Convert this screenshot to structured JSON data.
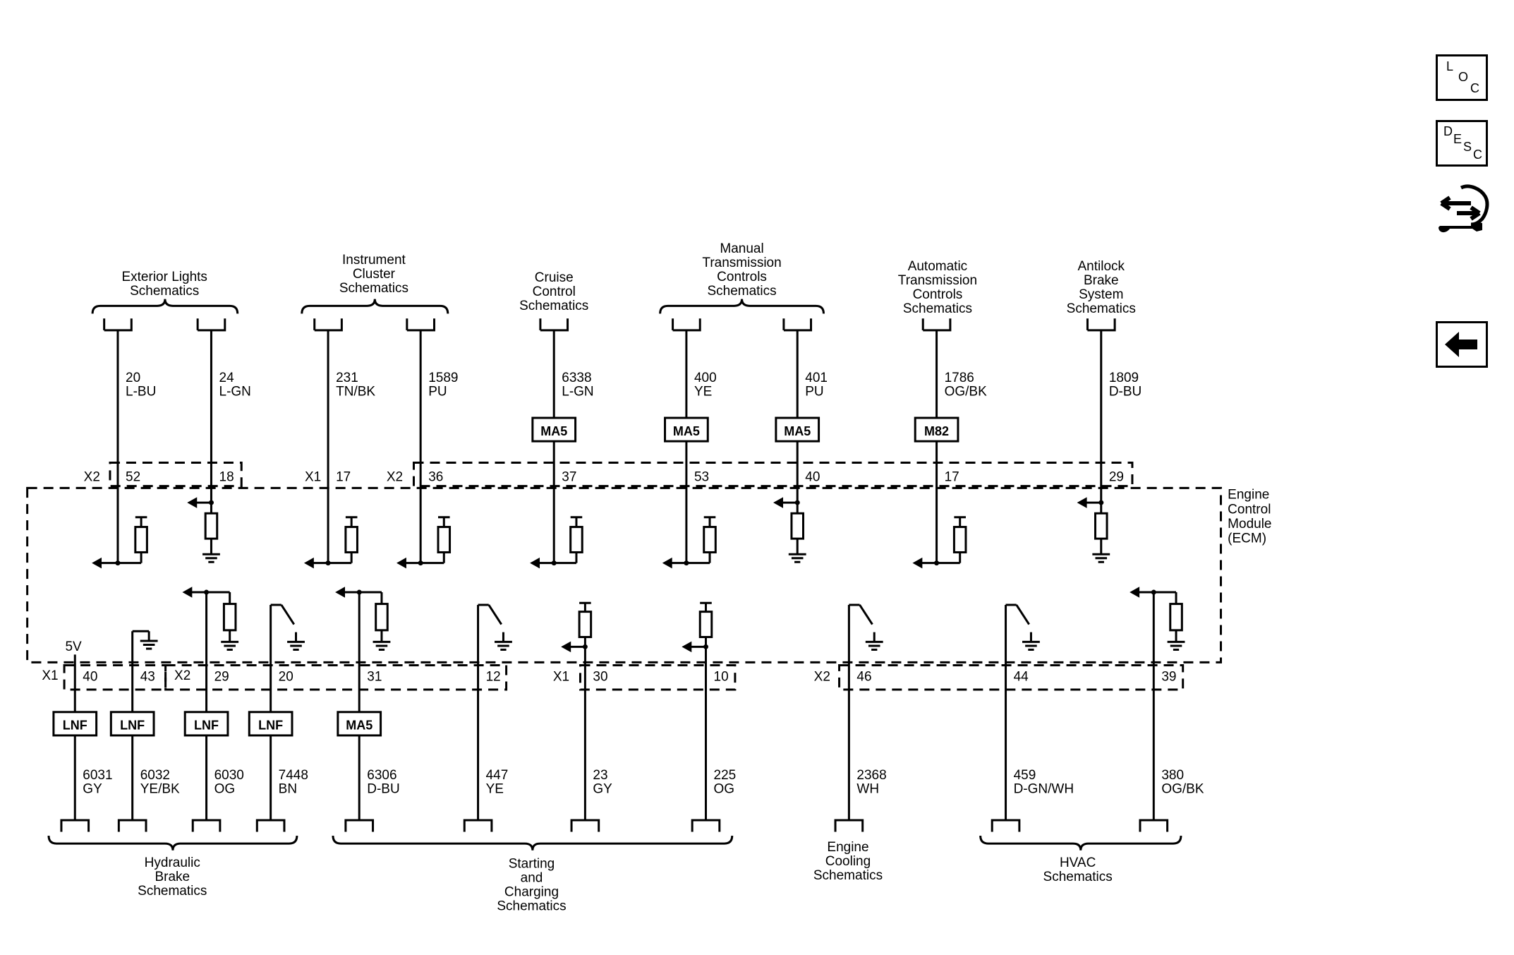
{
  "nav": {
    "loc_letters": [
      "L",
      "O",
      "C"
    ],
    "desc_letters": [
      "D",
      "E",
      "S",
      "C"
    ]
  },
  "ecm_label": [
    "Engine",
    "Control",
    "Module",
    "(ECM)"
  ],
  "top_groups": [
    {
      "lines": [
        "Exterior Lights",
        "Schematics"
      ]
    },
    {
      "lines": [
        "Instrument",
        "Cluster",
        "Schematics"
      ]
    },
    {
      "lines": [
        "Cruise",
        "Control",
        "Schematics"
      ]
    },
    {
      "lines": [
        "Manual",
        "Transmission",
        "Controls",
        "Schematics"
      ]
    },
    {
      "lines": [
        "Automatic",
        "Transmission",
        "Controls",
        "Schematics"
      ]
    },
    {
      "lines": [
        "Antilock",
        "Brake",
        "System",
        "Schematics"
      ]
    }
  ],
  "bottom_groups": [
    {
      "lines": [
        "Hydraulic",
        "Brake",
        "Schematics"
      ]
    },
    {
      "lines": [
        "Starting",
        "and",
        "Charging",
        "Schematics"
      ]
    },
    {
      "lines": [
        "Engine",
        "Cooling",
        "Schematics"
      ]
    },
    {
      "lines": [
        "HVAC",
        "Schematics"
      ]
    }
  ],
  "top_connectors": [
    {
      "name": "X2"
    },
    {
      "name": "X1"
    },
    {
      "name": "X2"
    }
  ],
  "bottom_connectors": [
    {
      "name": "X1"
    },
    {
      "name": "X2"
    },
    {
      "name": "X1"
    },
    {
      "name": "X2"
    }
  ],
  "top_wires": [
    {
      "circuit": "20",
      "color": "L-BU",
      "pin": "52"
    },
    {
      "circuit": "24",
      "color": "L-GN",
      "pin": "18"
    },
    {
      "circuit": "231",
      "color": "TN/BK",
      "pin": "17"
    },
    {
      "circuit": "1589",
      "color": "PU",
      "pin": "36"
    },
    {
      "circuit": "6338",
      "color": "L-GN",
      "pin": "37",
      "option": "MA5"
    },
    {
      "circuit": "400",
      "color": "YE",
      "pin": "53",
      "option": "MA5"
    },
    {
      "circuit": "401",
      "color": "PU",
      "pin": "40",
      "option": "MA5"
    },
    {
      "circuit": "1786",
      "color": "OG/BK",
      "pin": "17",
      "option": "M82"
    },
    {
      "circuit": "1809",
      "color": "D-BU",
      "pin": "29"
    }
  ],
  "bottom_wires": [
    {
      "circuit": "6031",
      "color": "GY",
      "pin": "40",
      "option": "LNF",
      "supply": "5V"
    },
    {
      "circuit": "6032",
      "color": "YE/BK",
      "pin": "43",
      "option": "LNF"
    },
    {
      "circuit": "6030",
      "color": "OG",
      "pin": "29",
      "option": "LNF"
    },
    {
      "circuit": "7448",
      "color": "BN",
      "pin": "20",
      "option": "LNF"
    },
    {
      "circuit": "6306",
      "color": "D-BU",
      "pin": "31",
      "option": "MA5"
    },
    {
      "circuit": "447",
      "color": "YE",
      "pin": "12"
    },
    {
      "circuit": "23",
      "color": "GY",
      "pin": "30"
    },
    {
      "circuit": "225",
      "color": "OG",
      "pin": "10"
    },
    {
      "circuit": "2368",
      "color": "WH",
      "pin": "46"
    },
    {
      "circuit": "459",
      "color": "D-GN/WH",
      "pin": "44"
    },
    {
      "circuit": "380",
      "color": "OG/BK",
      "pin": "39"
    }
  ]
}
